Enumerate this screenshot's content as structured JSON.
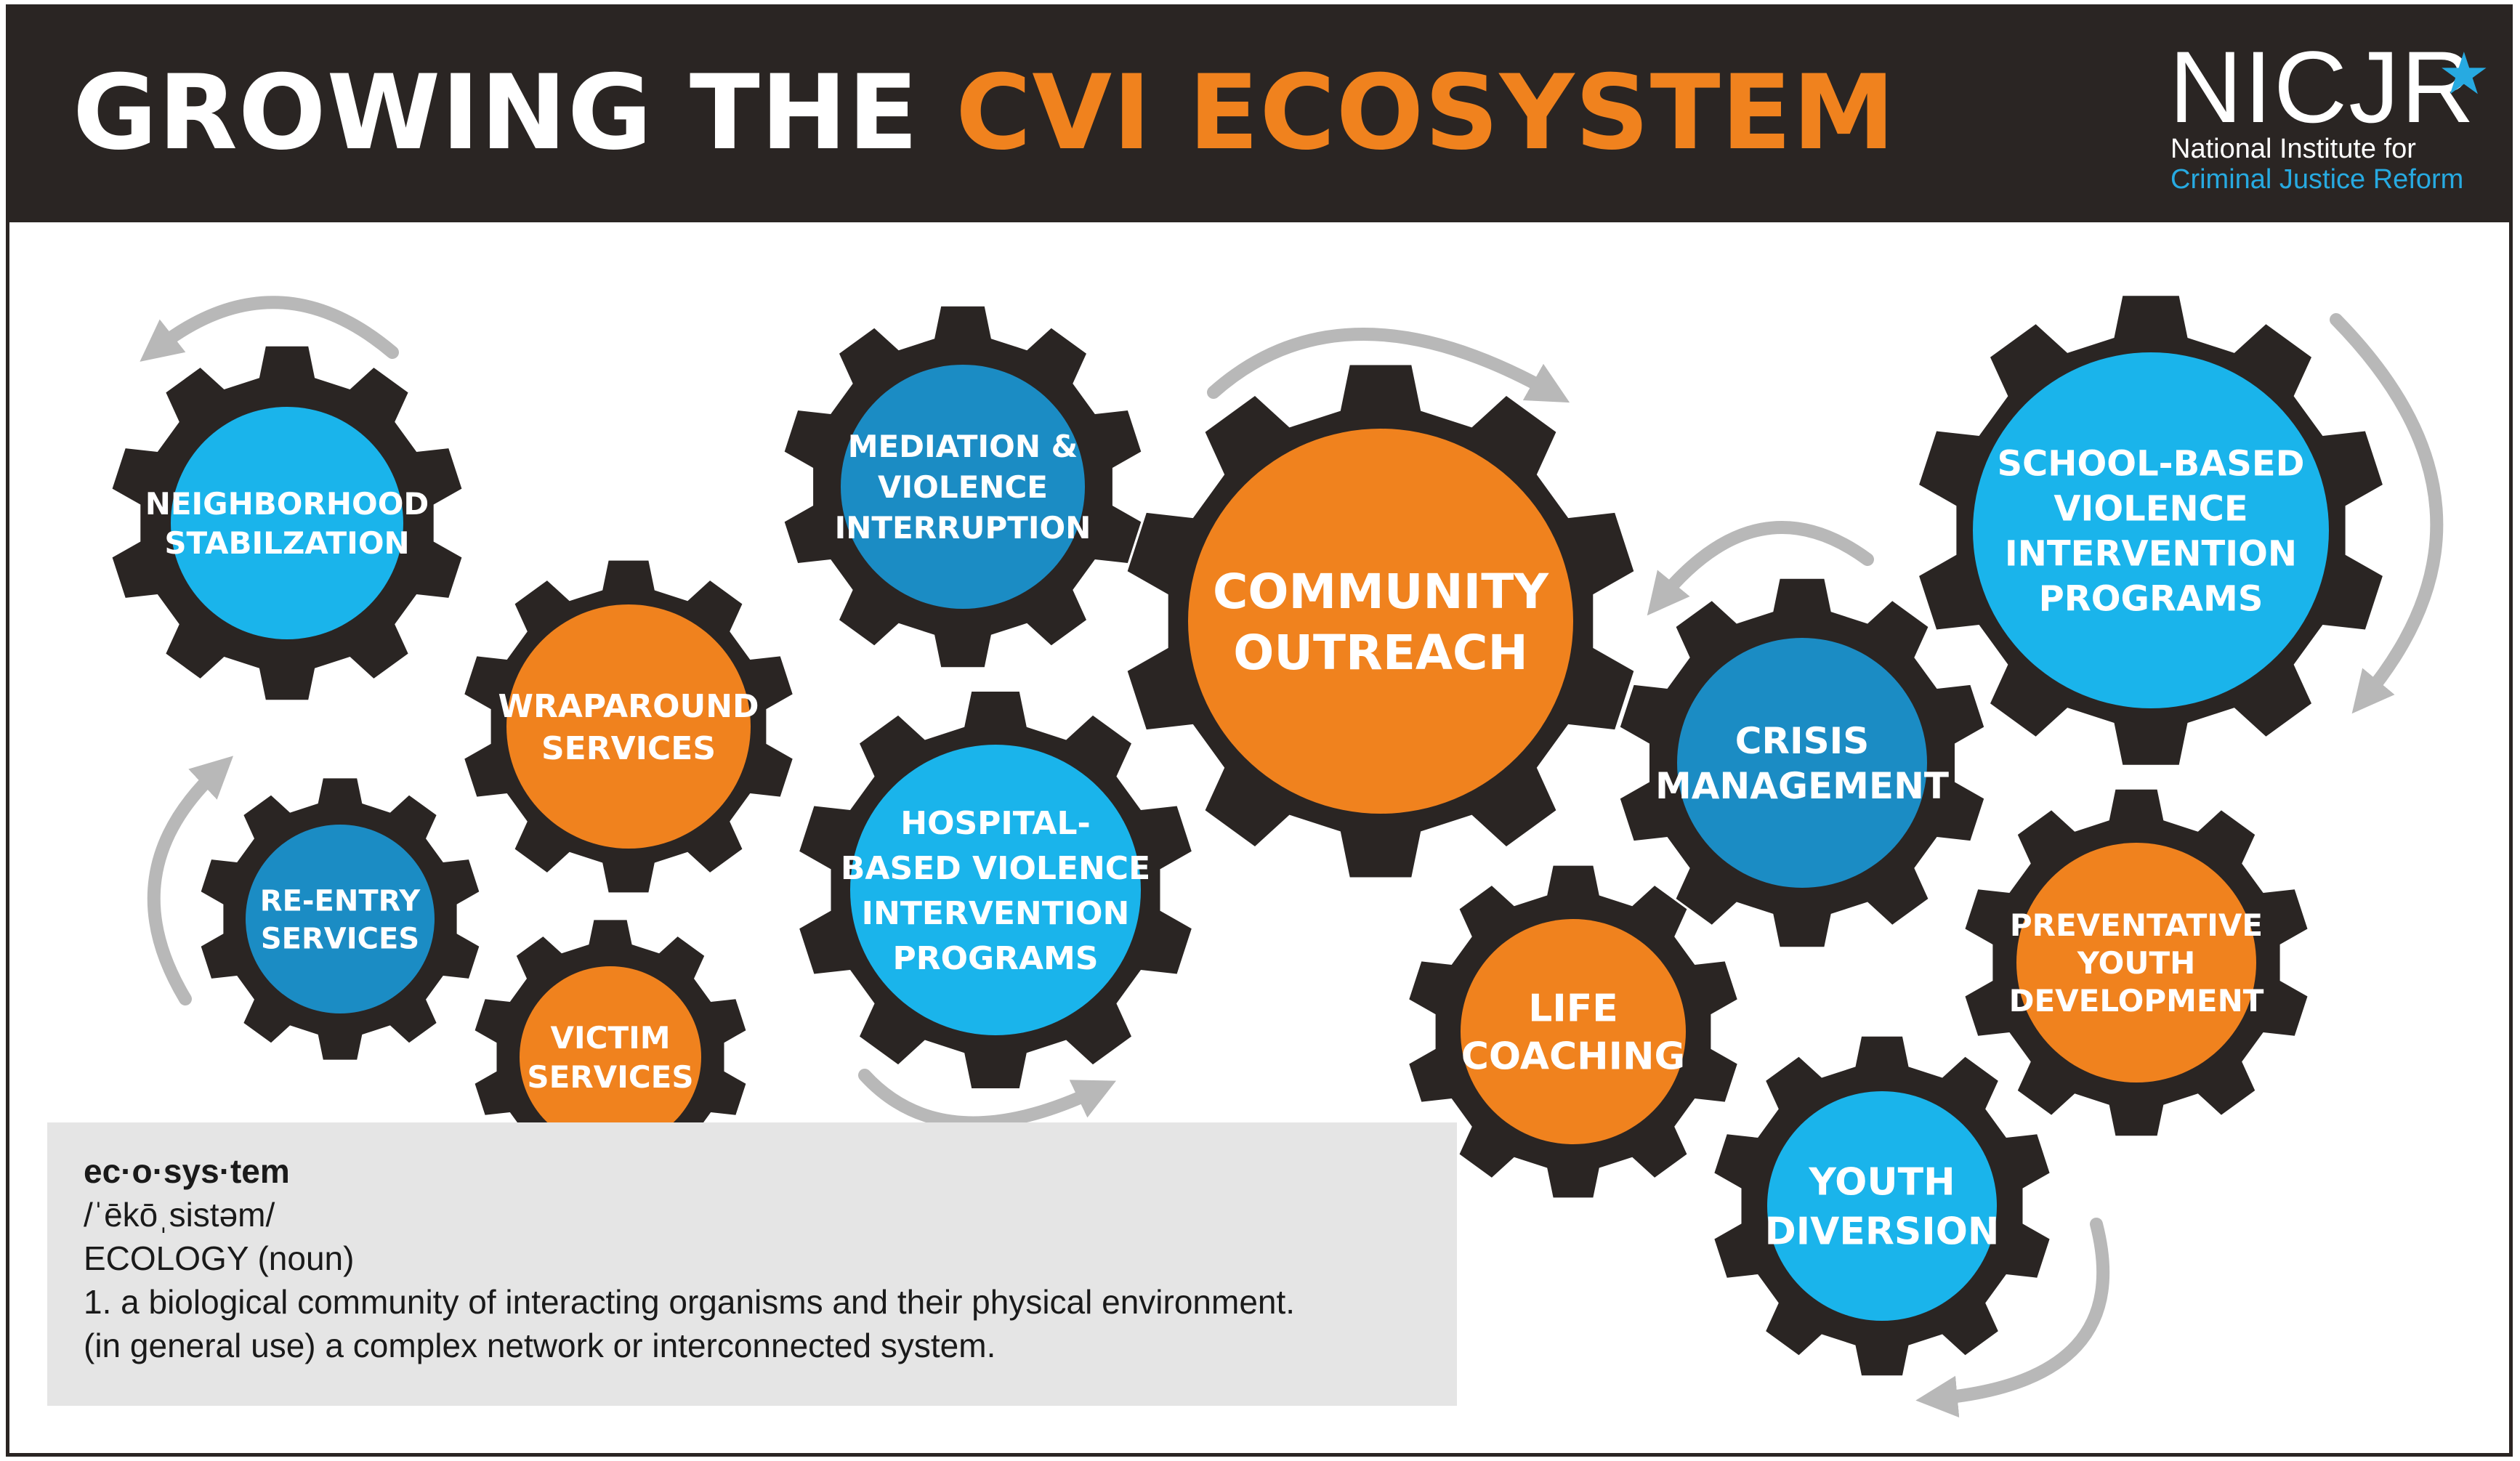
{
  "title": {
    "part1": "GROWING THE ",
    "part2": "CVI ECOSYSTEM"
  },
  "logo": {
    "wordmark": "NICJR",
    "star": "★",
    "line1": "National Institute for",
    "line2": "Criminal Justice Reform"
  },
  "colors": {
    "header_bg": "#2a2523",
    "orange": "#f0821e",
    "light_blue": "#1ab4eb",
    "dark_blue": "#1b8cc4",
    "gear": "#2a2523",
    "arrow": "#b8b8b8",
    "definition_bg": "#e5e5e5"
  },
  "gears": [
    {
      "id": "neighborhood",
      "color": "light_blue",
      "lines": [
        "NEIGHBORHOOD",
        "STABILZATION"
      ]
    },
    {
      "id": "wraparound",
      "color": "orange",
      "lines": [
        "WRAPAROUND",
        "SERVICES"
      ]
    },
    {
      "id": "reentry",
      "color": "dark_blue",
      "lines": [
        "RE-ENTRY",
        "SERVICES"
      ]
    },
    {
      "id": "victim",
      "color": "orange",
      "lines": [
        "VICTIM",
        "SERVICES"
      ]
    },
    {
      "id": "mediation",
      "color": "dark_blue",
      "lines": [
        "MEDIATION &",
        "VIOLENCE",
        "INTERRUPTION"
      ]
    },
    {
      "id": "hospital",
      "color": "light_blue",
      "lines": [
        "HOSPITAL-",
        "BASED VIOLENCE",
        "INTERVENTION",
        "PROGRAMS"
      ]
    },
    {
      "id": "outreach",
      "color": "orange",
      "lines": [
        "COMMUNITY",
        "OUTREACH"
      ]
    },
    {
      "id": "crisis",
      "color": "dark_blue",
      "lines": [
        "CRISIS",
        "MANAGEMENT"
      ]
    },
    {
      "id": "school",
      "color": "light_blue",
      "lines": [
        "SCHOOL-BASED",
        "VIOLENCE",
        "INTERVENTION",
        "PROGRAMS"
      ]
    },
    {
      "id": "life",
      "color": "orange",
      "lines": [
        "LIFE",
        "COACHING"
      ]
    },
    {
      "id": "preventative",
      "color": "orange",
      "lines": [
        "PREVENTATIVE",
        "YOUTH",
        "DEVELOPMENT"
      ]
    },
    {
      "id": "diversion",
      "color": "light_blue",
      "lines": [
        "YOUTH",
        "DIVERSION"
      ]
    }
  ],
  "definition": {
    "word": "ec·o·sys·tem",
    "pronunciation": "/ˈēkōˌsistəm/",
    "word_class": "ECOLOGY (noun)",
    "sense1": "1. a biological community of interacting organisms and their physical environment.",
    "sense2": "(in general use) a complex network or interconnected system."
  }
}
